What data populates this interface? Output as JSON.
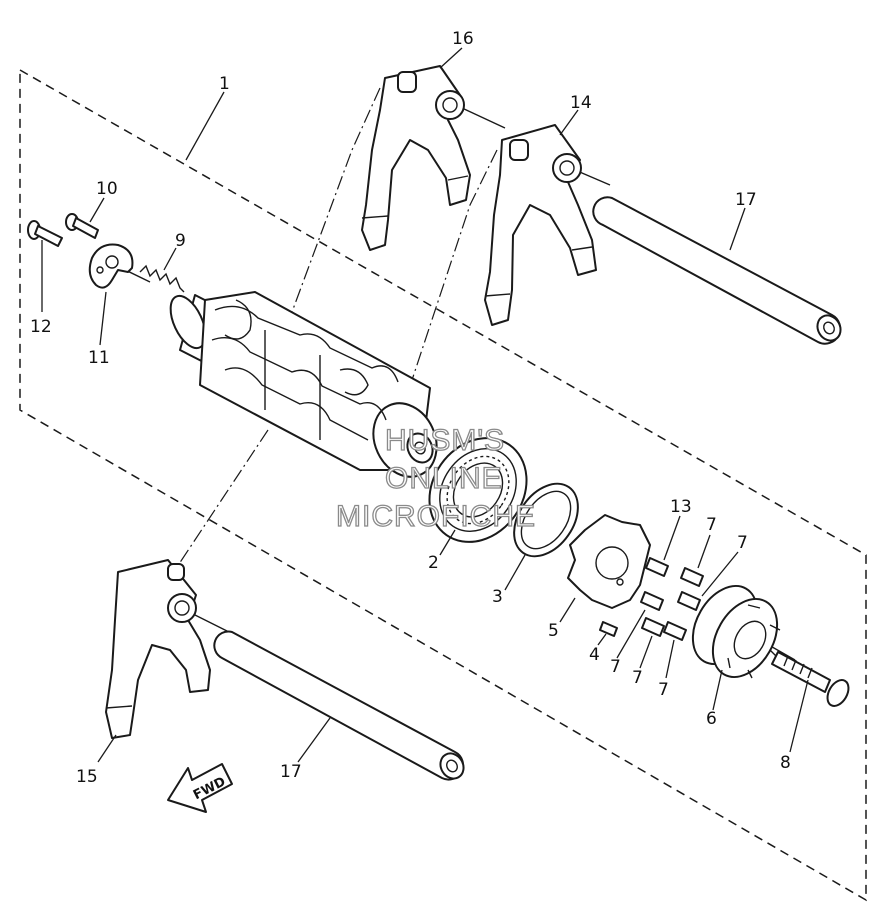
{
  "callouts": [
    {
      "id": "1",
      "label": "1"
    },
    {
      "id": "2",
      "label": "2"
    },
    {
      "id": "3",
      "label": "3"
    },
    {
      "id": "4",
      "label": "4"
    },
    {
      "id": "5",
      "label": "5"
    },
    {
      "id": "6",
      "label": "6"
    },
    {
      "id": "7a",
      "label": "7"
    },
    {
      "id": "7b",
      "label": "7"
    },
    {
      "id": "7c",
      "label": "7"
    },
    {
      "id": "7d",
      "label": "7"
    },
    {
      "id": "7e",
      "label": "7"
    },
    {
      "id": "8",
      "label": "8"
    },
    {
      "id": "9",
      "label": "9"
    },
    {
      "id": "10",
      "label": "10"
    },
    {
      "id": "11",
      "label": "11"
    },
    {
      "id": "12",
      "label": "12"
    },
    {
      "id": "13",
      "label": "13"
    },
    {
      "id": "14",
      "label": "14"
    },
    {
      "id": "15",
      "label": "15"
    },
    {
      "id": "16",
      "label": "16"
    },
    {
      "id": "17a",
      "label": "17"
    },
    {
      "id": "17b",
      "label": "17"
    }
  ],
  "fwd_arrow": {
    "label": "FWD"
  },
  "watermark": {
    "line1": "HUSM'S",
    "line2": "ONLINE",
    "line3": "MICROFICHE"
  }
}
